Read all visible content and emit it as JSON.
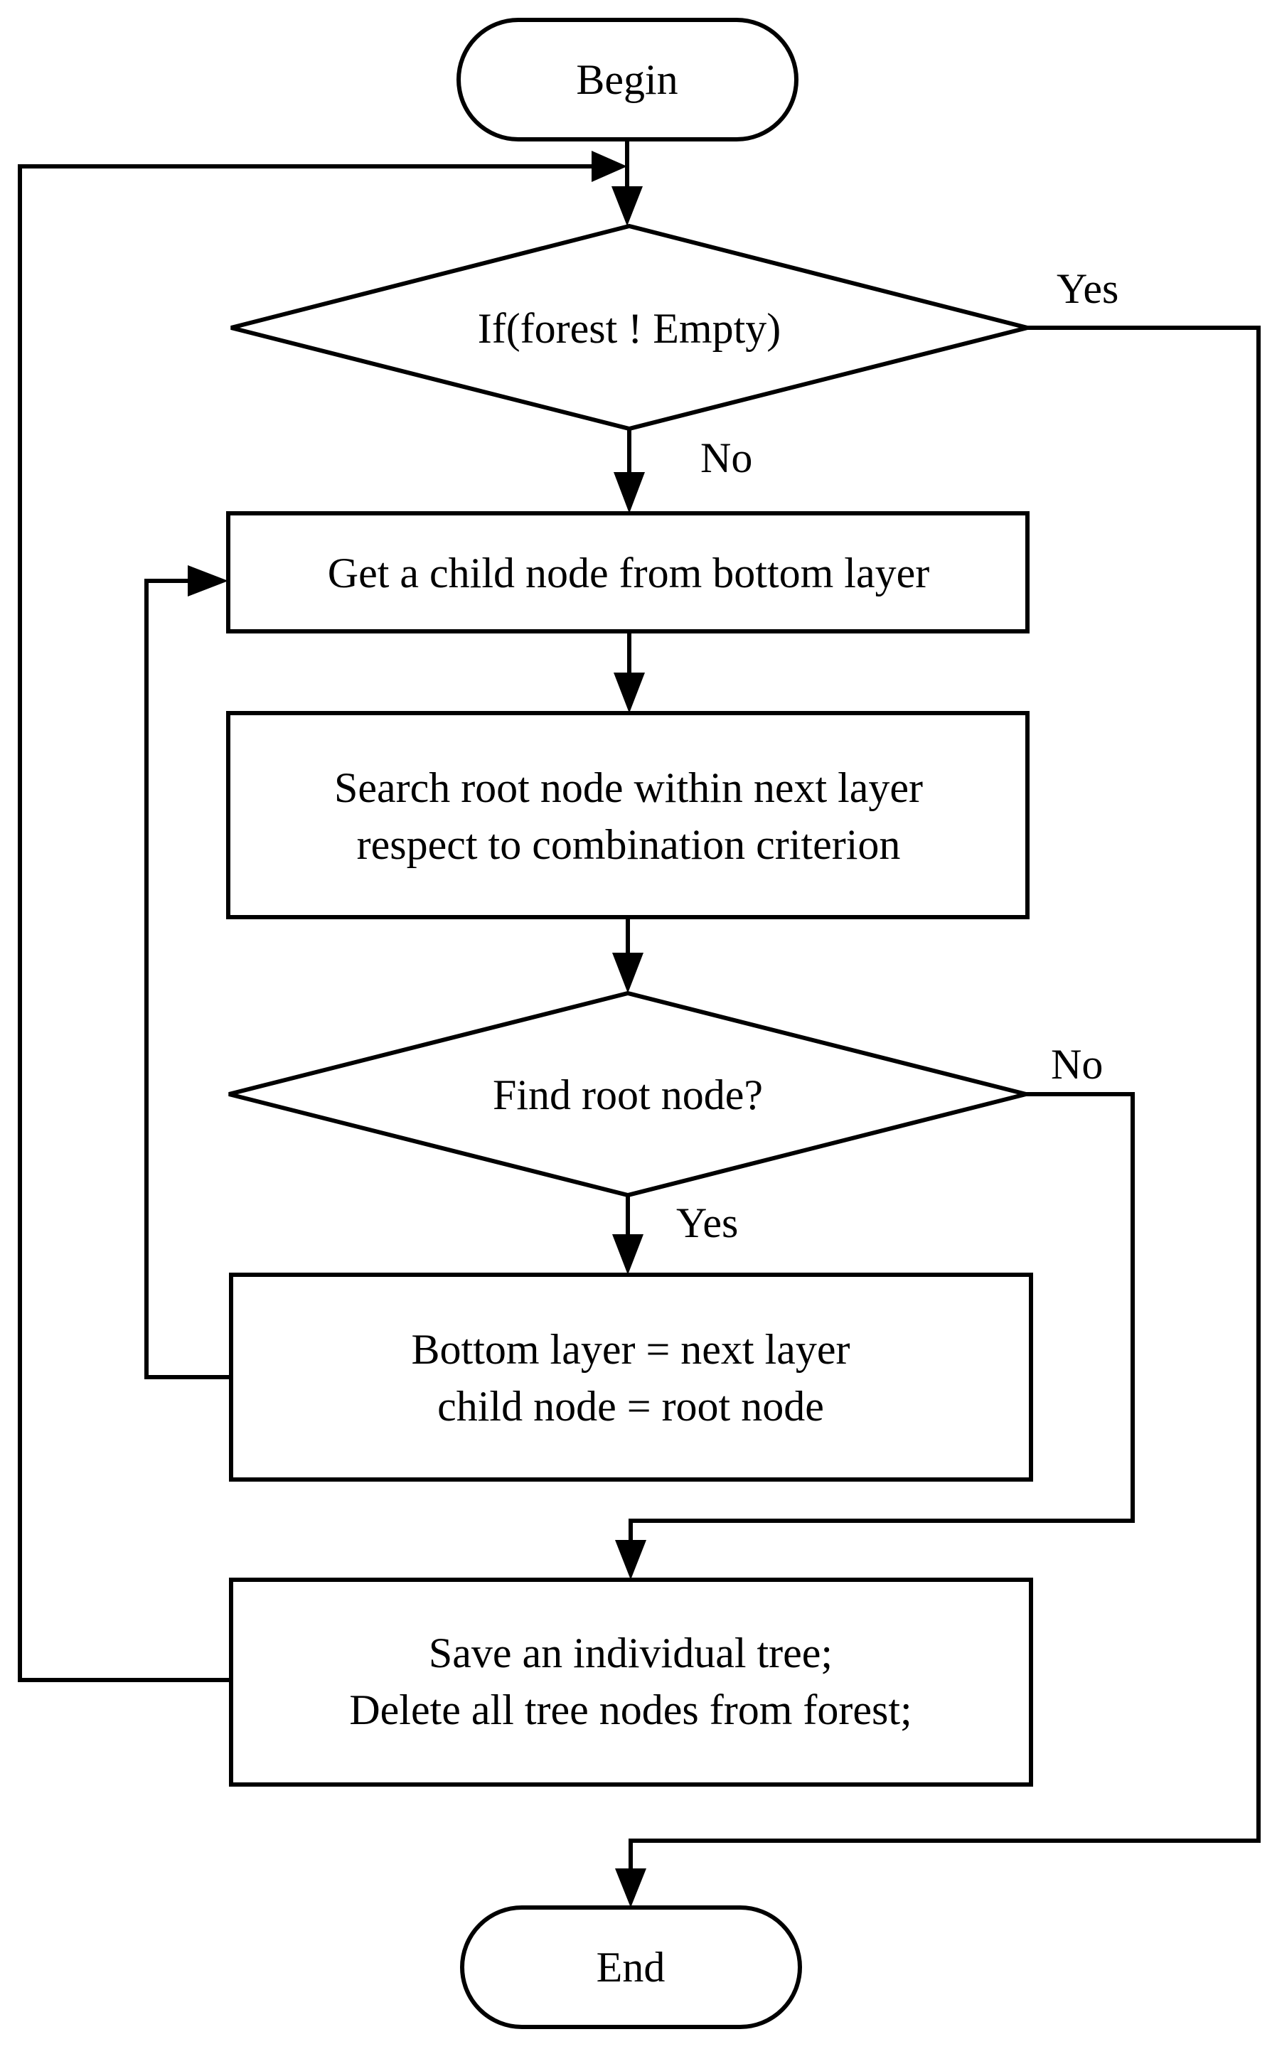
{
  "diagram": {
    "nodes": {
      "begin": "Begin",
      "if_forest_empty": "If(forest ! Empty)",
      "get_child_node": "Get a child node from bottom layer",
      "search_root_line1": "Search root node within next layer",
      "search_root_line2": "respect to combination criterion",
      "find_root": "Find root node?",
      "bottom_layer_line1": "Bottom layer = next layer",
      "bottom_layer_line2": "child node = root node",
      "save_tree_line1": "Save an individual tree;",
      "save_tree_line2": "Delete all tree nodes from forest;",
      "end": "End"
    },
    "edge_labels": {
      "forest_empty_yes": "Yes",
      "forest_empty_no": "No",
      "find_root_no": "No",
      "find_root_yes": "Yes"
    }
  }
}
